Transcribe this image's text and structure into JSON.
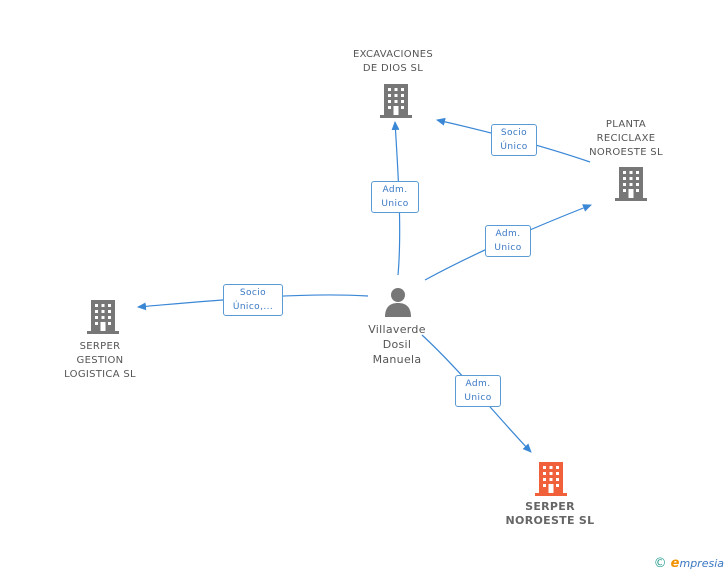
{
  "nodes": {
    "excavaciones": {
      "line1": "EXCAVACIONES",
      "line2": "DE DIOS SL"
    },
    "planta": {
      "line1": "PLANTA",
      "line2": "RECICLAXE",
      "line3": "NOROESTE SL"
    },
    "serper_gestion": {
      "line1": "SERPER",
      "line2": "GESTION",
      "line3": "LOGISTICA SL"
    },
    "person": {
      "line1": "Villaverde",
      "line2": "Dosil",
      "line3": "Manuela"
    },
    "serper_noroeste": {
      "line1": "SERPER",
      "line2": "NOROESTE SL"
    }
  },
  "relations": {
    "socio_unico_top": {
      "line1": "Socio",
      "line2": "Único"
    },
    "adm_excavaciones": {
      "line1": "Adm.",
      "line2": "Unico"
    },
    "adm_planta": {
      "line1": "Adm.",
      "line2": "Unico"
    },
    "socio_unico_left": {
      "line1": "Socio",
      "line2": "Único,..."
    },
    "adm_serper": {
      "line1": "Adm.",
      "line2": "Unico"
    }
  },
  "colors": {
    "edge": "#3a87d6",
    "building": "#777777",
    "highlight_building": "#f0603a",
    "person": "#777777"
  },
  "footer": {
    "copyright": "©",
    "brand_initial": "e",
    "brand_rest": "mpresia"
  }
}
